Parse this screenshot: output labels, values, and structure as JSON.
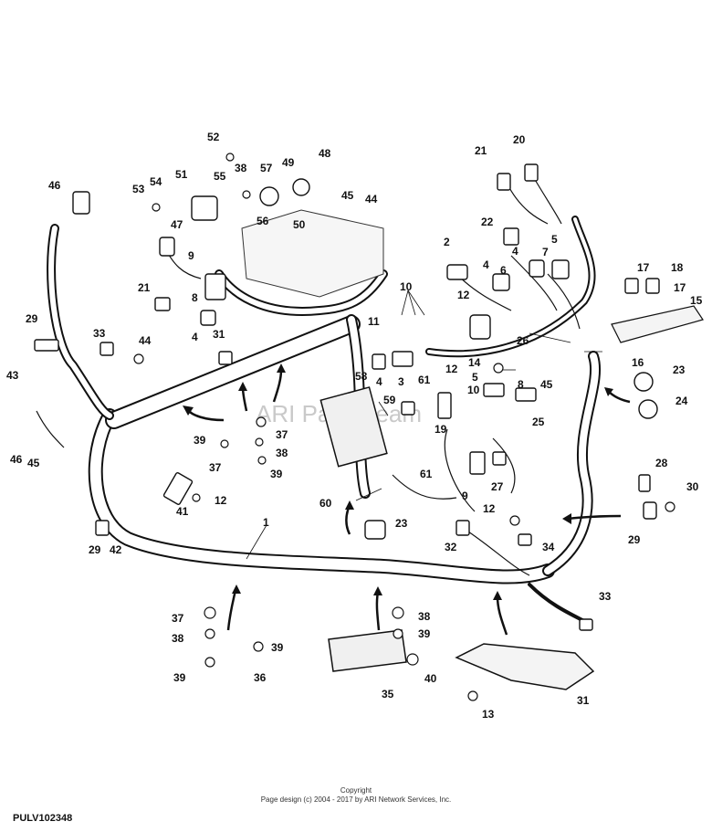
{
  "watermark": "ARI PartStream",
  "footer": {
    "copyright": "Copyright",
    "page_design": "Page design (c) 2004 - 2017 by ARI Network Services, Inc."
  },
  "doc_id": "PULV102348",
  "callouts": [
    "1",
    "2",
    "3",
    "4",
    "4",
    "4",
    "4",
    "5",
    "5",
    "6",
    "7",
    "8",
    "8",
    "9",
    "9",
    "10",
    "10",
    "11",
    "12",
    "12",
    "12",
    "12",
    "13",
    "14",
    "15",
    "16",
    "17",
    "17",
    "18",
    "19",
    "20",
    "21",
    "21",
    "22",
    "23",
    "23",
    "24",
    "25",
    "26",
    "27",
    "28",
    "29",
    "29",
    "29",
    "30",
    "31",
    "31",
    "32",
    "33",
    "33",
    "34",
    "35",
    "36",
    "37",
    "37",
    "37",
    "38",
    "38",
    "38",
    "38",
    "39",
    "39",
    "39",
    "39",
    "39",
    "40",
    "41",
    "42",
    "43",
    "44",
    "44",
    "45",
    "45",
    "45",
    "46",
    "46",
    "47",
    "48",
    "49",
    "50",
    "51",
    "52",
    "53",
    "54",
    "55",
    "56",
    "57",
    "58",
    "59",
    "60",
    "61",
    "61"
  ]
}
